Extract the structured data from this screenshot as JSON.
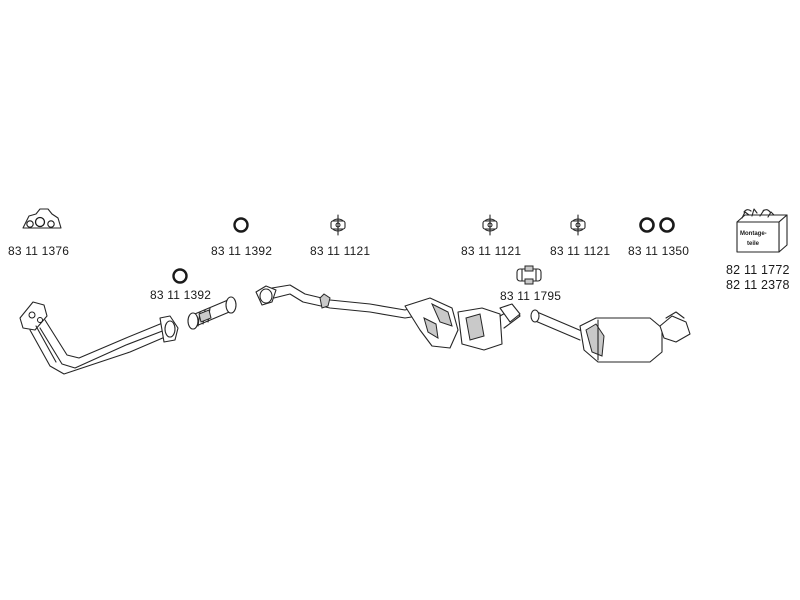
{
  "diagram": {
    "part_numbers": {
      "exhaust_gasket": "83 11 1376",
      "ring_gasket_top": "83 11 1392",
      "ring_gasket_lower": "83 11 1392",
      "hanger_1": "83 11 1121",
      "hanger_2": "83 11 1121",
      "hanger_3": "83 11 1121",
      "o_rings": "83 11 1350",
      "pipe_clamp": "83 11 1795",
      "mounting_kit_1": "82 11 1772",
      "mounting_kit_2": "82 11 2378"
    },
    "kit_box_text": {
      "line1": "Montage-",
      "line2": "teile"
    },
    "colors": {
      "outline": "#262626",
      "shade": "#c9c9c9",
      "background": "#ffffff"
    }
  }
}
